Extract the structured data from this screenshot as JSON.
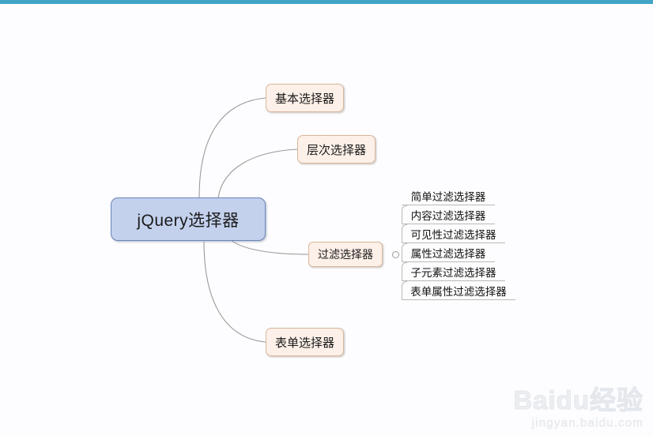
{
  "theme": {
    "top_bar_color": "#42a5c8",
    "canvas_background": "#fdfdff",
    "root_fill": "#c3d1ed",
    "root_border": "#6a85b8",
    "branch_fill": "#fdf0e8",
    "branch_border": "#d8b79c",
    "connector_color": "#9a9a9a",
    "subitem_line_color": "#b9b9b9",
    "watermark_color": "#eceef1"
  },
  "mindmap": {
    "root": {
      "label": "jQuery选择器"
    },
    "branches": [
      {
        "label": "基本选择器"
      },
      {
        "label": "层次选择器"
      },
      {
        "label": "过滤选择器"
      },
      {
        "label": "表单选择器"
      }
    ],
    "filter_children": [
      {
        "label": "简单过滤选择器"
      },
      {
        "label": "内容过滤选择器"
      },
      {
        "label": "可见性过滤选择器"
      },
      {
        "label": "属性过滤选择器"
      },
      {
        "label": "子元素过滤选择器"
      },
      {
        "label": "表单属性过滤选择器"
      }
    ]
  },
  "watermark": {
    "main": "Baidu经验",
    "sub": "jingyan.baidu.com"
  }
}
